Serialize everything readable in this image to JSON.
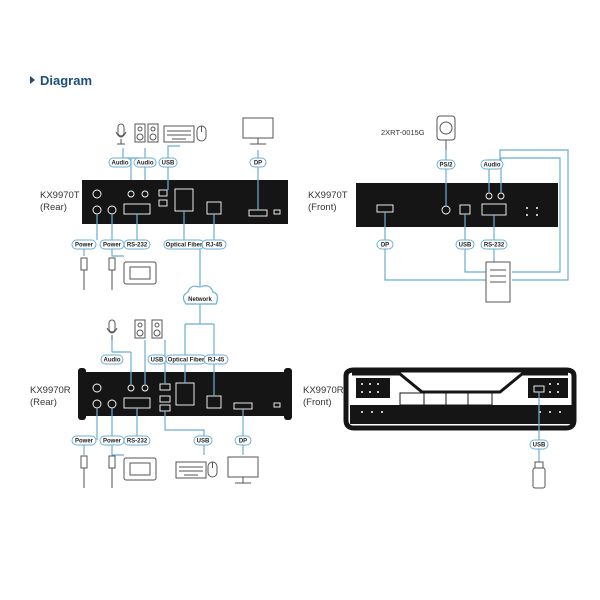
{
  "title": "Diagram",
  "accent_color": "#6aaed6",
  "title_color": "#1a4d7a",
  "devices": {
    "tx_rear": "KX9970T\n(Rear)",
    "tx_front": "KX9970T\n(Front)",
    "rx_rear": "KX9970R\n(Rear)",
    "rx_front": "KX9970R\n(Front)"
  },
  "tx_rear_labels": {
    "audio_1": "Audio",
    "audio_2": "Audio",
    "usb": "USB",
    "dp": "DP",
    "power_1": "Power",
    "power_2": "Power",
    "rs232": "RS-232",
    "optical_fiber": "Optical Fiber",
    "rj45": "RJ-45"
  },
  "network_label": "Network",
  "tx_front_labels": {
    "adapter": "2XRT-0015G",
    "ps2": "PS/2",
    "audio": "Audio",
    "dp": "DP",
    "usb": "USB",
    "rs232": "RS-232"
  },
  "rx_rear_labels": {
    "audio": "Audio",
    "usb_top": "USB",
    "optical_fiber": "Optical Fiber",
    "rj45": "RJ-45",
    "power_1": "Power",
    "power_2": "Power",
    "rs232": "RS-232",
    "usb_bottom": "USB",
    "dp": "DP"
  },
  "rx_front_labels": {
    "usb": "USB"
  },
  "icons": [
    "arrow-right-icon",
    "microphone-icon",
    "speaker-icon",
    "keyboard-icon",
    "mouse-icon",
    "monitor-icon",
    "power-plug-icon",
    "serial-device-icon",
    "cloud-icon",
    "pc-tower-icon",
    "ps2-adapter-icon",
    "usb-stick-icon"
  ]
}
